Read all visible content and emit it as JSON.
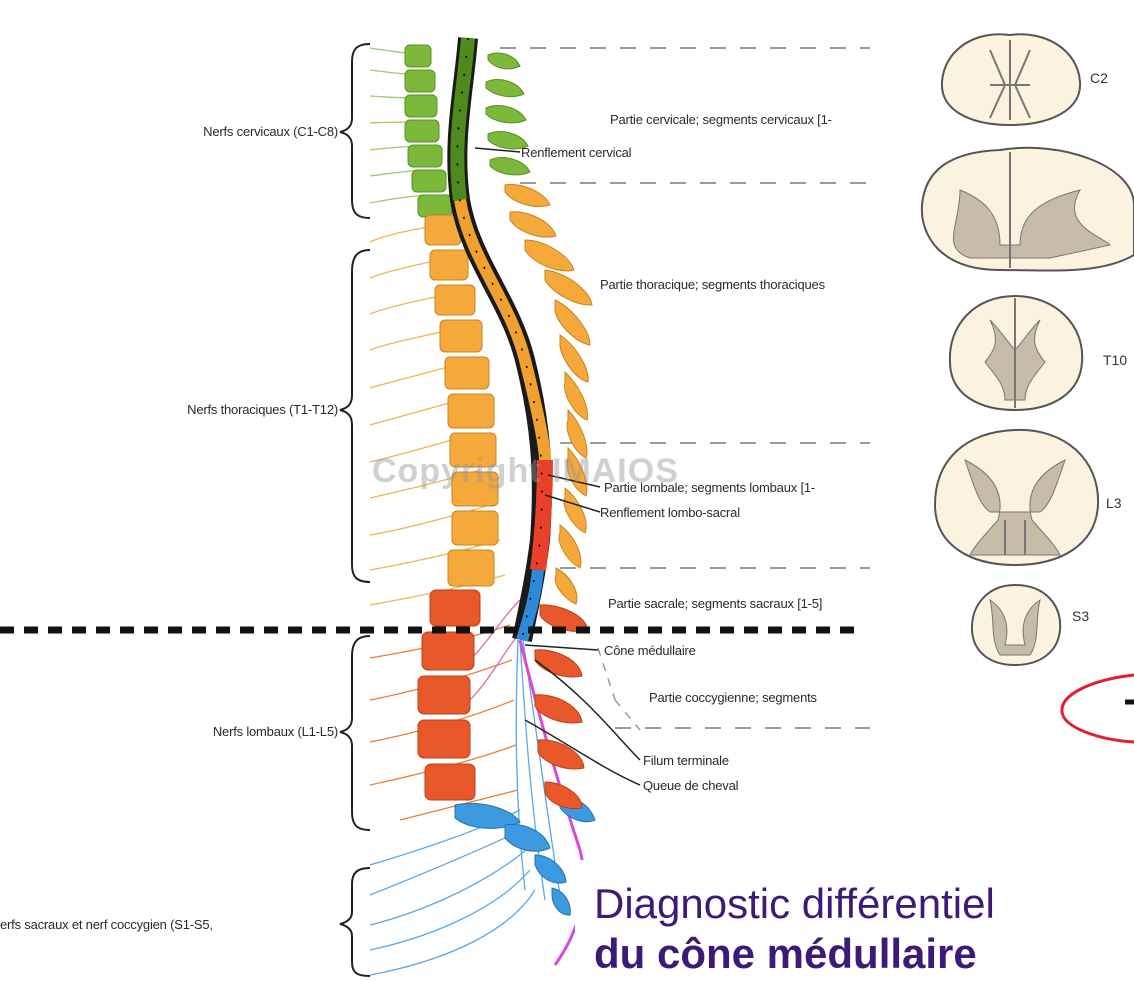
{
  "left_labels": {
    "cervical": "Nerfs cervicaux (C1-C8)",
    "thoracic": "Nerfs thoraciques (T1-T12)",
    "lumbar": "Nerfs lombaux (L1-L5)",
    "sacral": "erfs sacraux et nerf coccygien (S1-S5,"
  },
  "right_labels": {
    "cervical_part": "Partie cervicale; segments cervicaux [1-",
    "cervical_enlargement": "Renflement cervical",
    "thoracic_part": "Partie thoracique; segments thoraciques",
    "lumbar_part": "Partie lombale; segments lombaux [1-",
    "lumbosacral_enlargement": "Renflement lombo-sacral",
    "sacral_part": "Partie sacrale; segments sacraux [1-5]",
    "conus": "Cône médullaire",
    "coccygeal_part": "Partie coccygienne; segments",
    "filum": "Filum terminale",
    "cauda": "Queue de cheval"
  },
  "cross_sections": {
    "c2": "C2",
    "t10": "T10",
    "l3": "L3",
    "s3": "S3"
  },
  "watermark": "Copyright IMAIOS",
  "title": {
    "line1": "Diagnostic différentiel",
    "line2": "du cône médullaire"
  },
  "colors": {
    "cervical": "#7cb83a",
    "thoracic": "#f5a93a",
    "lumbar": "#e8582a",
    "sacral": "#3b9ae0",
    "cord_dark": "#1a1a1a",
    "filum": "#d94ad9",
    "title": "#3d1a78",
    "highlight_ellipse": "#e02030",
    "gray_matter": "#c7bba9",
    "section_fill": "#fbf3df"
  }
}
